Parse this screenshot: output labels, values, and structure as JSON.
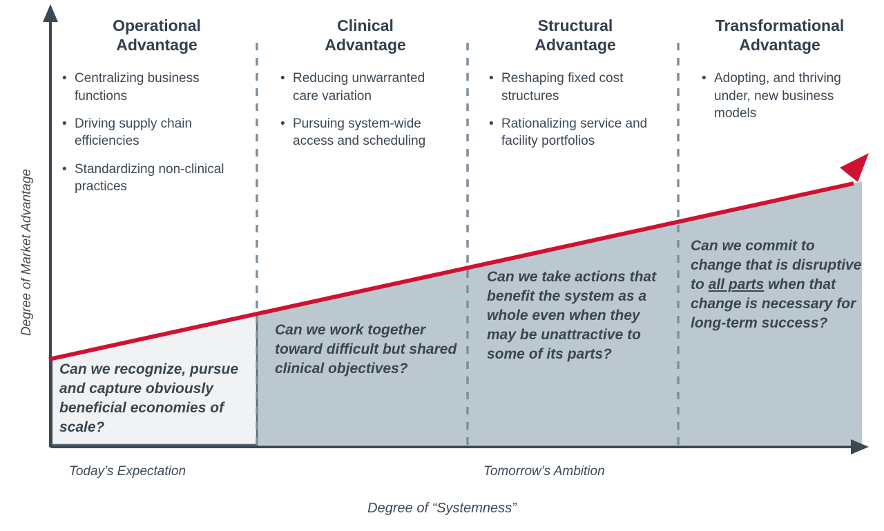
{
  "axes": {
    "y_label": "Degree of Market Advantage",
    "x_label": "Degree of “Systemness”",
    "x_tick_left": "Today’s Expectation",
    "x_tick_right": "Tomorrow’s Ambition"
  },
  "colors": {
    "arrow_red": "#cf1232",
    "axis_dark": "#3c4854",
    "divider_gray": "#7d8f9e",
    "band_light": "#f0f2f4",
    "band_shade": "#bcc8cf",
    "text_dark": "#3c4854",
    "title_dark": "#333f4c"
  },
  "columns": [
    {
      "id": "operational",
      "title_line1": "Operational",
      "title_line2": "Advantage",
      "bullets": [
        "Centralizing business functions",
        "Driving supply chain efficiencies",
        "Standardizing non-clinical practices"
      ],
      "question": "Can we recognize, pursue and capture obviously beneficial economies of scale?"
    },
    {
      "id": "clinical",
      "title_line1": "Clinical",
      "title_line2": "Advantage",
      "bullets": [
        "Reducing unwarranted care variation",
        "Pursuing system-wide access and scheduling"
      ],
      "question": "Can we work together toward difficult but shared clinical objectives?"
    },
    {
      "id": "structural",
      "title_line1": "Structural",
      "title_line2": "Advantage",
      "bullets": [
        "Reshaping fixed cost structures",
        "Rationalizing service and facility portfolios"
      ],
      "question": "Can we take actions that benefit the system as a whole even when they may be unattractive to some of its parts?"
    },
    {
      "id": "transformational",
      "title_line1": "Transformational",
      "title_line2": "Advantage",
      "bullets": [
        "Adopting, and thriving under, new business models"
      ],
      "question_part1": "Can we commit to change that is disruptive to ",
      "question_emphasis": "all parts",
      "question_part2": " when that change is necessary for long-term success?"
    }
  ],
  "bullet_glyph": "•"
}
